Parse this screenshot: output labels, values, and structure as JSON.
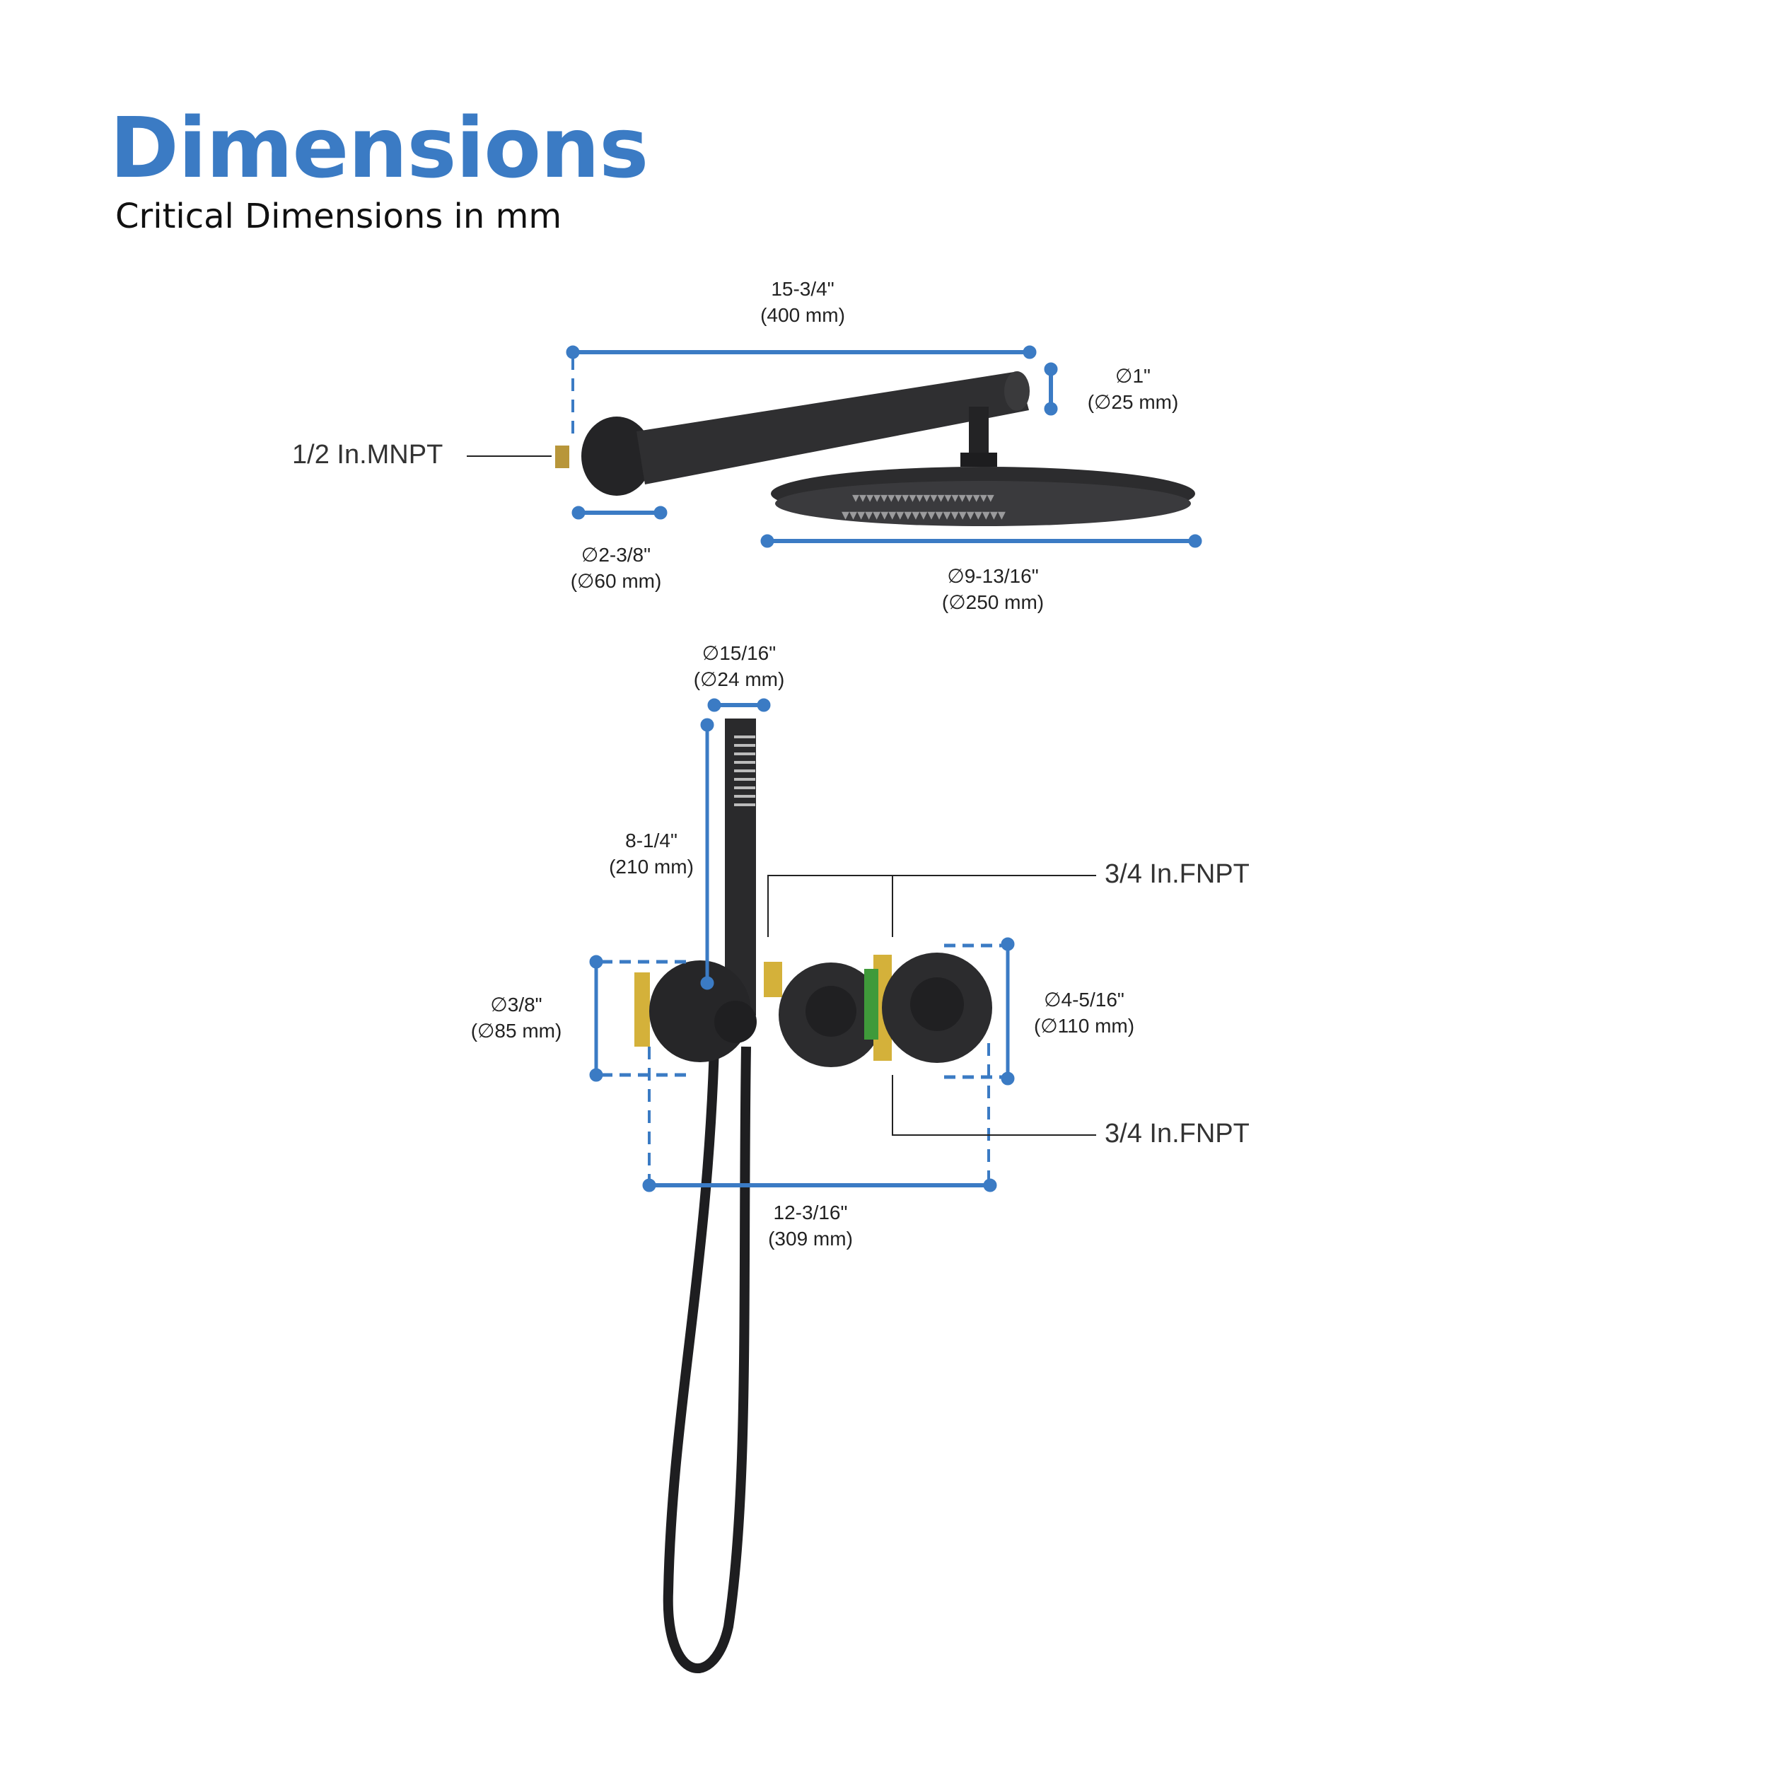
{
  "header": {
    "title": "Dimensions",
    "subtitle": "Critical Dimensions in mm"
  },
  "colors": {
    "accent": "#3b7bc4",
    "product": "#2b2b2d",
    "brass": "#d4b13a",
    "valve_body": "#3f9a3a"
  },
  "shower_arm": {
    "length": {
      "in": "15-3/4\"",
      "mm": "(400 mm)"
    },
    "arm_diameter": {
      "in": "∅1\"",
      "mm": "(∅25 mm)"
    },
    "flange_diameter": {
      "in": "∅2-3/8\"",
      "mm": "(∅60 mm)"
    },
    "head_diameter": {
      "in": "∅9-13/16\"",
      "mm": "(∅250 mm)"
    },
    "inlet_callout": "1/2 In.MNPT"
  },
  "hand_shower": {
    "handle_diameter": {
      "in": "∅15/16\"",
      "mm": "(∅24 mm)"
    },
    "handle_length": {
      "in": "8-1/4\"",
      "mm": "(210 mm)"
    }
  },
  "valves": {
    "small_trim_diameter": {
      "in": "∅3/8\"",
      "mm": "(∅85 mm)"
    },
    "large_trim_diameter": {
      "in": "∅4-5/16\"",
      "mm": "(∅110 mm)"
    },
    "overall_width": {
      "in": "12-3/16\"",
      "mm": "(309 mm)"
    },
    "top_callout": "3/4 In.FNPT",
    "bottom_callout": "3/4 In.FNPT"
  }
}
